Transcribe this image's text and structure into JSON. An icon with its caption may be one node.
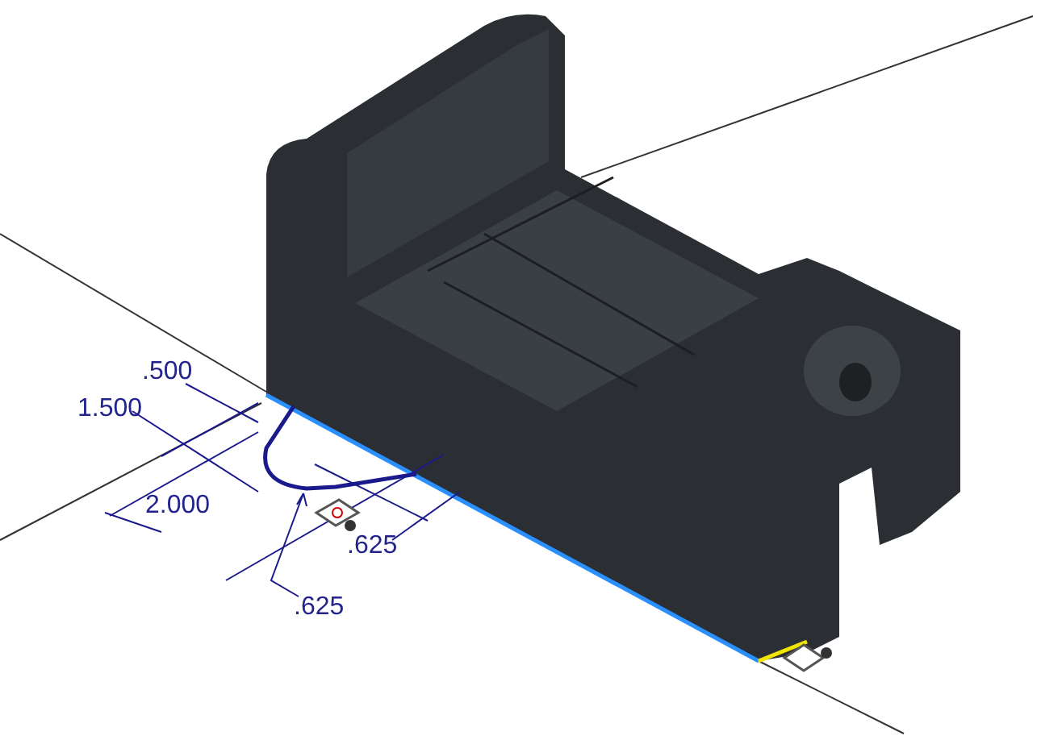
{
  "diagram": {
    "labels": [
      ".500",
      "1.500",
      "2.000",
      ".625",
      ".625"
    ]
  }
}
